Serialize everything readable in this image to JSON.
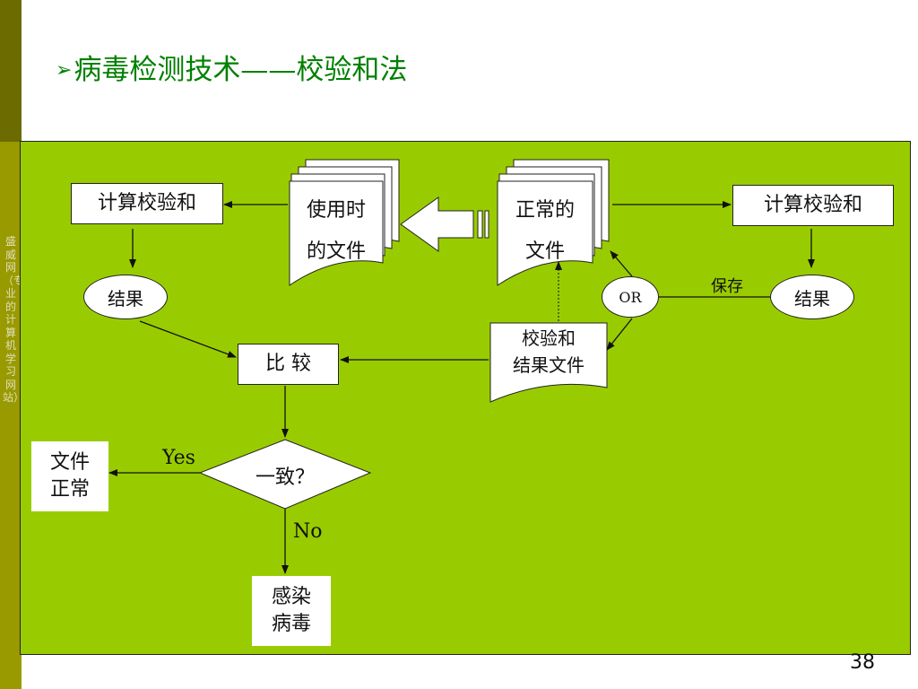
{
  "title": "病毒检测技术——校验和法",
  "title_arrow": "➢",
  "sidebar_text": "盛威网（专业的计算机学习网站）",
  "page_number": "38",
  "nodes": {
    "calc_left": "计算校验和",
    "doc_in_use_line1": "使用时",
    "doc_in_use_line2": "的文件",
    "doc_normal_line1": "正常的",
    "doc_normal_line2": "文件",
    "calc_right": "计算校验和",
    "result_left": "结果",
    "or_node": "OR",
    "result_right": "结果",
    "save_label": "保存",
    "checksum_file_line1": "校验和",
    "checksum_file_line2": "结果文件",
    "compare": "比 较",
    "decision": "一致？",
    "yes_label": "Yes",
    "no_label": "No",
    "file_normal_line1": "文件",
    "file_normal_line2": "正常",
    "infected_line1": "感染",
    "infected_line2": "病毒"
  }
}
